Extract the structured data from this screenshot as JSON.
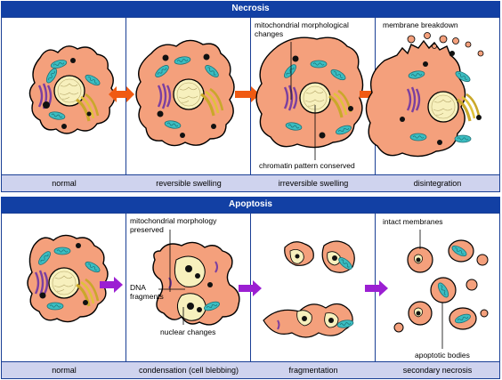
{
  "necrosis": {
    "title": "Necrosis",
    "captions": [
      "normal",
      "reversible swelling",
      "irreversible swelling",
      "disintegration"
    ],
    "labels": {
      "mito": "mitochondrial morphological changes",
      "mito_line1": "mitochondrial morphological",
      "mito_line2": "changes",
      "chromatin": "chromatin pattern conserved",
      "membrane": "membrane breakdown"
    }
  },
  "apoptosis": {
    "title": "Apoptosis",
    "captions": [
      "normal",
      "condensation (cell blebbing)",
      "fragmentation",
      "secondary necrosis"
    ],
    "labels": {
      "mito_line1": "mitochondrial morphology",
      "mito_line2": "preserved",
      "dna_line1": "DNA",
      "dna_line2": "fragments",
      "nuclear": "nuclear changes",
      "intact": "intact membranes",
      "bodies": "apoptotic bodies"
    }
  },
  "colors": {
    "header": "#1240a4",
    "caption_bg": "#cfd3ee",
    "cell": "#f4a07c",
    "nucleus": "#f7f0bd",
    "mitochondria": "#3bbdc1",
    "golgi": "#7b3fa0",
    "er": "#e0c23a",
    "arrow_necrosis": "#f05a12",
    "arrow_apoptosis": "#9b1fd2"
  }
}
